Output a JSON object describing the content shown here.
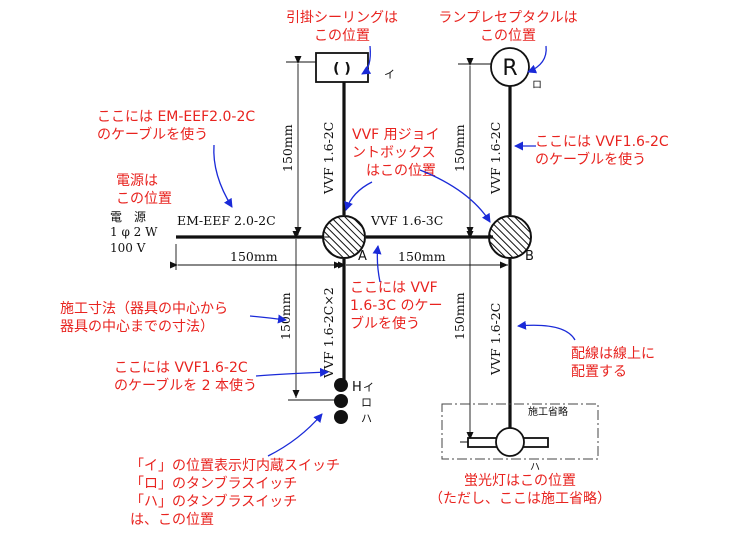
{
  "colors": {
    "annotation": "#e8231f",
    "arrow": "#1a2ad8",
    "wiring": "#111111"
  },
  "fixtures": {
    "ceiling_symbol": "( )",
    "ceiling_mark": "イ",
    "receptacle_symbol": "R",
    "receptacle_mark": "ロ",
    "power_label": [
      "電　源",
      "1 φ 2 W",
      "100 V"
    ],
    "box_a": "A",
    "box_b": "B",
    "switch_h": "H",
    "switch_marks": [
      "イ",
      "ロ",
      "ハ"
    ],
    "fluorescent_mark": "ハ",
    "omitted_label": "施工省略"
  },
  "cables": {
    "source": "EM-EEF 2.0-2C",
    "a_to_b": "VVF 1.6-3C",
    "a_up": "VVF 1.6-2C",
    "b_up": "VVF 1.6-2C",
    "a_down": "VVF 1.6-2C×2",
    "b_down": "VVF 1.6-2C"
  },
  "dims": {
    "a_up": "150mm",
    "b_up": "150mm",
    "left": "150mm",
    "ab": "150mm",
    "a_down": "150mm",
    "b_down": "150mm"
  },
  "notes": {
    "ceiling": [
      "引掛シーリングは",
      "この位置"
    ],
    "receptacle": [
      "ランプレセプタクルは",
      "この位置"
    ],
    "source_cable": [
      "ここには EM-EEF2.0-2C",
      "のケーブルを使う"
    ],
    "power": [
      "電源は",
      "この位置"
    ],
    "jbox": [
      "VVF 用ジョイ",
      "ントボックス",
      "はこの位置"
    ],
    "b_up_cable": [
      "ここには VVF1.6-2C",
      "のケーブルを使う"
    ],
    "dimension": [
      "施工寸法（器具の中心から",
      "器具の中心までの寸法）"
    ],
    "ab_cable": [
      "ここには VVF",
      "1.6-3C のケー",
      "ブルを使う"
    ],
    "wiring": [
      "配線は線上に",
      "配置する"
    ],
    "a_down_cable": [
      "ここには VVF1.6-2C",
      "のケーブルを 2 本使う"
    ],
    "switches": [
      "「イ」の位置表示灯内蔵スイッチ",
      "「ロ」のタンブラスイッチ",
      "「ハ」のタンブラスイッチ",
      "は、この位置"
    ],
    "fluorescent": [
      "蛍光灯はこの位置",
      "（ただし、ここは施工省略）"
    ]
  }
}
